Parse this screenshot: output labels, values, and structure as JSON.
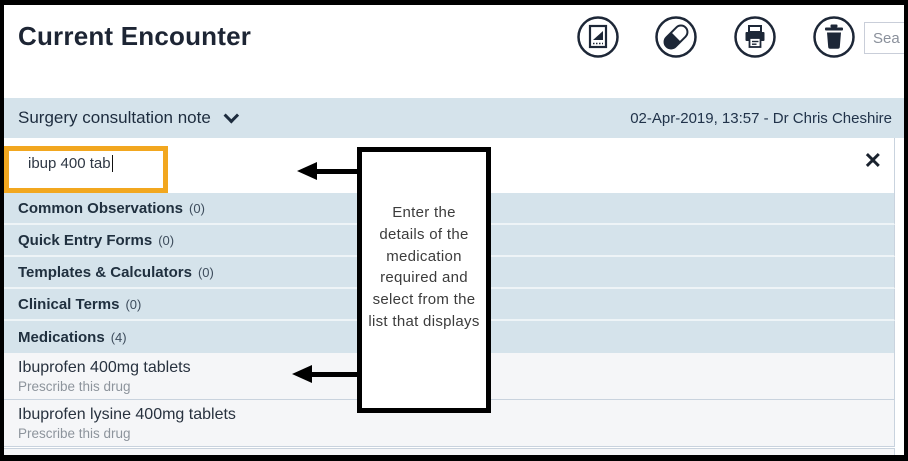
{
  "header": {
    "title": "Current Encounter",
    "icons": [
      {
        "name": "chart-icon"
      },
      {
        "name": "medication-icon"
      },
      {
        "name": "print-icon"
      },
      {
        "name": "delete-icon"
      }
    ],
    "search": {
      "placeholder": "Sea"
    }
  },
  "note_bar": {
    "title": "Surgery consultation note",
    "meta": "02-Apr-2019, 13:57 - Dr Chris Cheshire"
  },
  "search_row": {
    "value": "ibup 400 tab",
    "clear_icon": "✕"
  },
  "sections": [
    {
      "label": "Common Observations",
      "count": "(0)"
    },
    {
      "label": "Quick Entry Forms",
      "count": "(0)"
    },
    {
      "label": "Templates & Calculators",
      "count": "(0)"
    },
    {
      "label": "Clinical Terms",
      "count": "(0)"
    },
    {
      "label": "Medications",
      "count": "(4)"
    }
  ],
  "medications": [
    {
      "title": "Ibuprofen 400mg tablets",
      "action": "Prescribe this drug"
    },
    {
      "title": "Ibuprofen lysine 400mg tablets",
      "action": "Prescribe this drug"
    }
  ],
  "callout": {
    "text": "Enter the details of the medication required and select from the list that displays"
  },
  "colors": {
    "accent_orange": "#f2a71f",
    "navy_text": "#1d2534",
    "row_blue": "#d5e3eb",
    "row_gray": "#f5f6f8",
    "frame_black": "#000000"
  }
}
